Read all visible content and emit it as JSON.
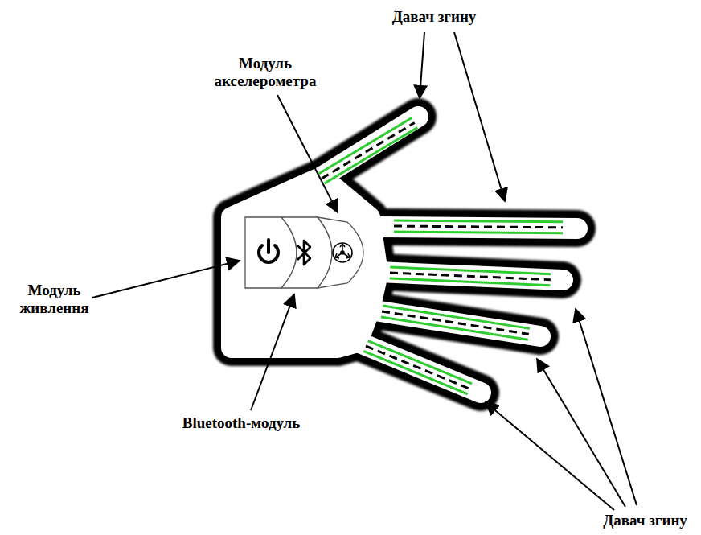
{
  "diagram": {
    "labels": [
      "Давач згину",
      "Модуль акселерометра",
      "Модуль живлення",
      "Bluetooth-модуль",
      "Давач згину"
    ]
  }
}
